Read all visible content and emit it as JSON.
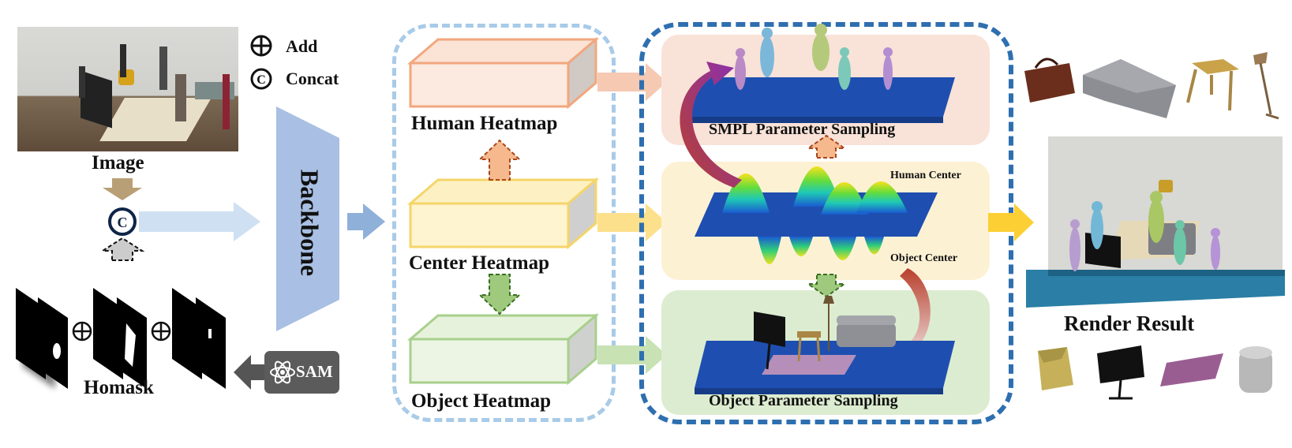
{
  "legend": {
    "add": "Add",
    "concat": "Concat"
  },
  "input": {
    "image_label": "Image",
    "homask_label": "Homask",
    "sam_label": "SAM"
  },
  "backbone": {
    "label": "Backbone"
  },
  "heatmaps": {
    "human": "Human Heatmap",
    "center": "Center Heatmap",
    "object": "Object Heatmap"
  },
  "sampling": {
    "smpl": "SMPL Parameter Sampling",
    "human_center": "Human Center",
    "object_center": "Object Center",
    "object": "Object Parameter Sampling"
  },
  "output": {
    "render_label": "Render Result"
  },
  "colors": {
    "human": "#f6c9b3",
    "center": "#fde8a6",
    "object": "#c8e2b4",
    "dashed_light": "#a8cbe8",
    "dashed_dark": "#2e6fb0",
    "backbone": "#a9bfe3"
  }
}
